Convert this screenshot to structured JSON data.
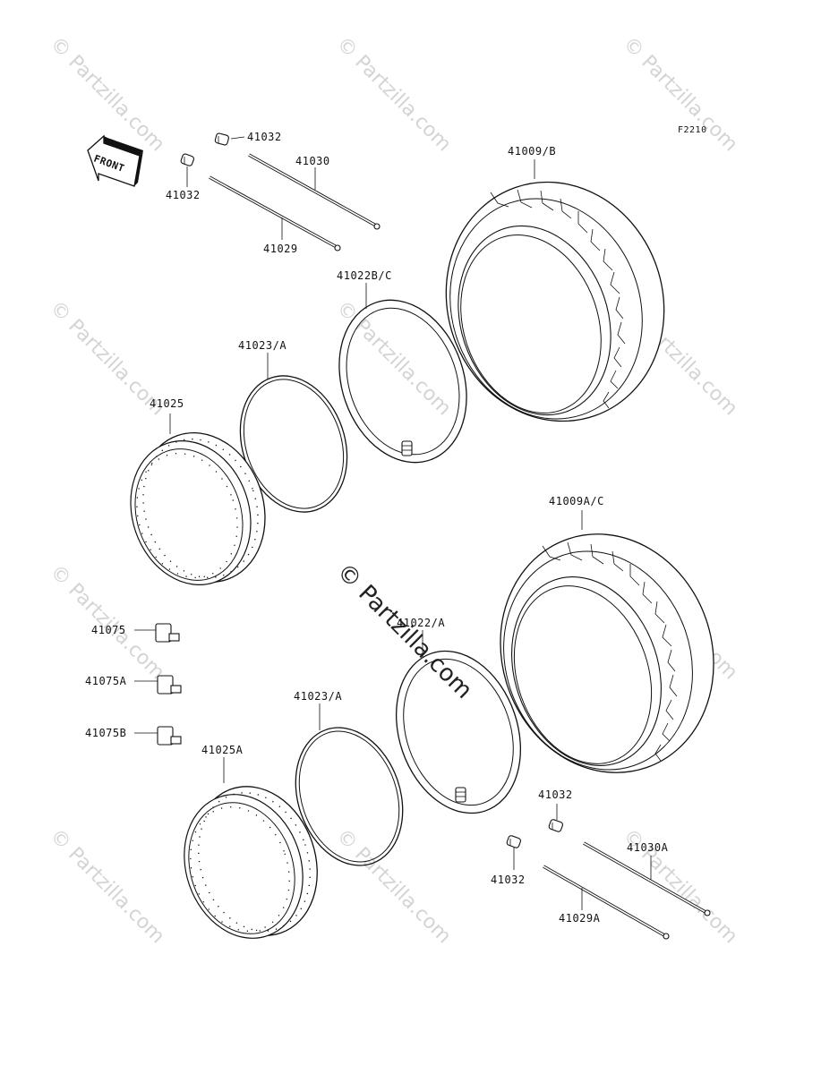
{
  "figure_code": "F2210",
  "front_label": "FRONT",
  "watermark": "© Partzilla.com",
  "labels": {
    "p41032_a": "41032",
    "p41030": "41030",
    "p41032_b": "41032",
    "p41029": "41029",
    "p41009b": "41009/B",
    "p41022bc": "41022B/C",
    "p41023a_upper": "41023/A",
    "p41025": "41025",
    "p41009ac": "41009A/C",
    "p41075": "41075",
    "p41075a": "41075A",
    "p41075b": "41075B",
    "p41022a": "41022/A",
    "p41023a_lower": "41023/A",
    "p41025a": "41025A",
    "p41032_c": "41032",
    "p41032_d": "41032",
    "p41030a": "41030A",
    "p41029a": "41029A"
  }
}
